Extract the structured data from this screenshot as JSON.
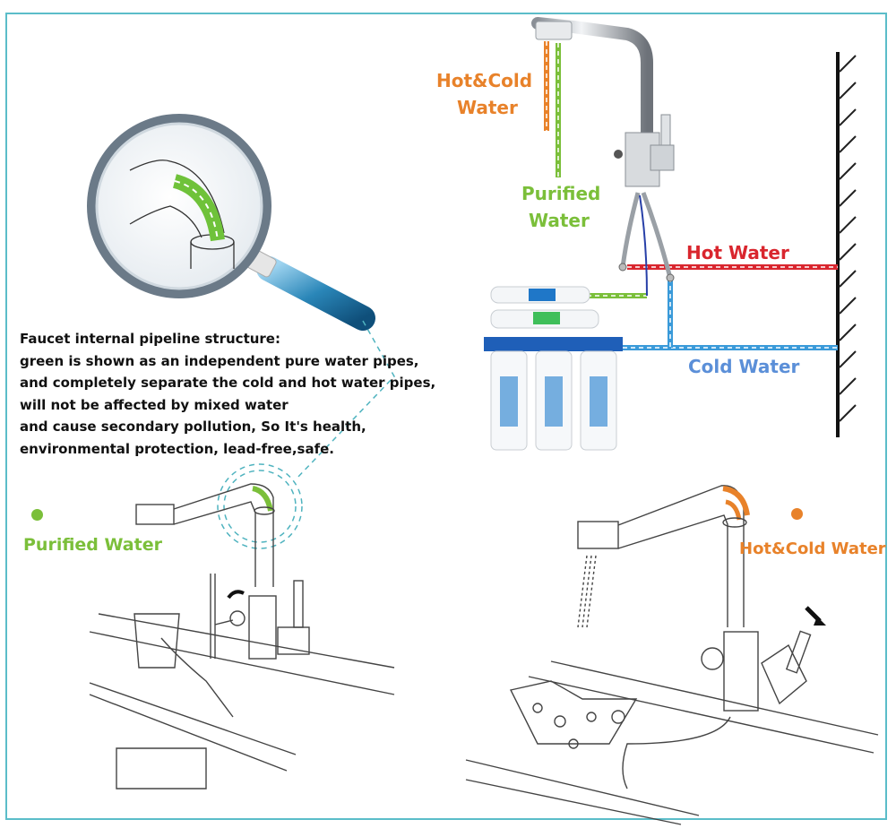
{
  "labels": {
    "top_hot_cold_line1": "Hot&Cold",
    "top_hot_cold_line2": "Water",
    "top_purified_line1": "Purified",
    "top_purified_line2": "Water",
    "hot_water": "Hot Water",
    "cold_water": "Cold Water",
    "bottom_left_purified": "Purified Water",
    "bottom_right_hot_cold": "Hot&Cold Water"
  },
  "description": {
    "lines": [
      "Faucet internal pipeline structure:",
      "green is shown as an independent pure water pipes,",
      "and completely separate the cold and hot water pipes,",
      "will not be affected by mixed water",
      "and cause secondary pollution, So It's health,",
      "environmental protection, lead-free,safe."
    ]
  },
  "colors": {
    "frame": "#5bbdc9",
    "hot_cold": "#e8822a",
    "purified": "#7bbf3a",
    "hot": "#d9262e",
    "cold": "#3a9ad9",
    "cold_label": "#5b8fd8"
  },
  "icons": {
    "magnifier": "magnifying-glass-icon",
    "green_bullet": "bullet-dot-icon",
    "orange_bullet": "bullet-dot-icon",
    "lever_arrow": "arrow-icon"
  }
}
